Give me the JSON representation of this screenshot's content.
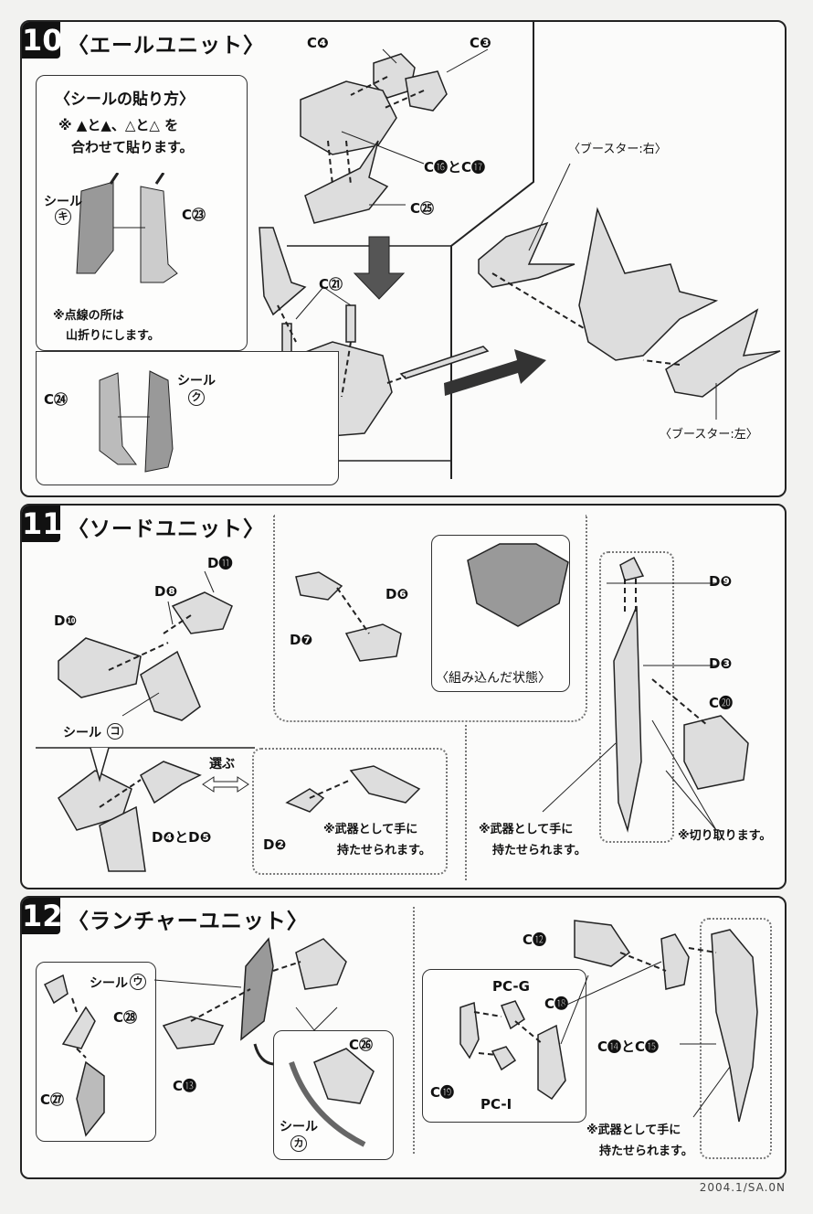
{
  "steps": [
    {
      "number": "10",
      "title": "〈エールユニット〉"
    },
    {
      "number": "11",
      "title": "〈ソードユニット〉"
    },
    {
      "number": "12",
      "title": "〈ランチャーユニット〉"
    }
  ],
  "step10": {
    "sticker_box_title": "〈シールの貼り方〉",
    "sticker_note_line1": "※ ▲と▲、△と△ を",
    "sticker_note_line2": "合わせて貼ります。",
    "fold_note_line1": "※点線の所は",
    "fold_note_line2": "山折りにします。",
    "seal_ki": "シール",
    "seal_ki_mark": "キ",
    "seal_ku": "シール",
    "seal_ku_mark": "ク",
    "part_c23": "C㉓",
    "part_c24": "C㉔",
    "part_c4": "C❹",
    "part_c3": "C❸",
    "part_c16_17": "C⓰とC⓱",
    "part_c25": "C㉕",
    "part_c21": "C㉑",
    "booster_right": "〈ブースター:右〉",
    "booster_left": "〈ブースター:左〉"
  },
  "step11": {
    "part_d11": "D⓫",
    "part_d8": "D❽",
    "part_d10": "D❿",
    "seal_ko": "シール",
    "seal_ko_mark": "コ",
    "part_d7": "D❼",
    "part_d6": "D❻",
    "assembled_state": "〈組み込んだ状態〉",
    "choose": "選ぶ",
    "part_d4_d5": "D❹とD❺",
    "part_d2": "D❷",
    "weapon_note_line1": "※武器として手に",
    "weapon_note_line2": "持たせられます。",
    "weapon_note2_line1": "※武器として手に",
    "weapon_note2_line2": "持たせられます。",
    "part_d9": "D❾",
    "part_d3": "D❸",
    "part_c20": "C⓴",
    "cut_note": "※切り取ります。"
  },
  "step12": {
    "seal_u": "シール",
    "seal_u_mark": "ウ",
    "part_c28": "C㉘",
    "part_c27": "C㉗",
    "part_c13": "C⓭",
    "part_c26": "C㉖",
    "seal_ka": "シール",
    "seal_ka_mark": "カ",
    "part_c12": "C⓬",
    "part_pcg": "PC-G",
    "part_c18": "C⓲",
    "part_c19": "C⓳",
    "part_pci": "PC-I",
    "part_c14_15": "C⓮とC⓯",
    "weapon_note_line1": "※武器として手に",
    "weapon_note_line2": "持たせられます。"
  },
  "footer": "2004.1/SA.0N"
}
